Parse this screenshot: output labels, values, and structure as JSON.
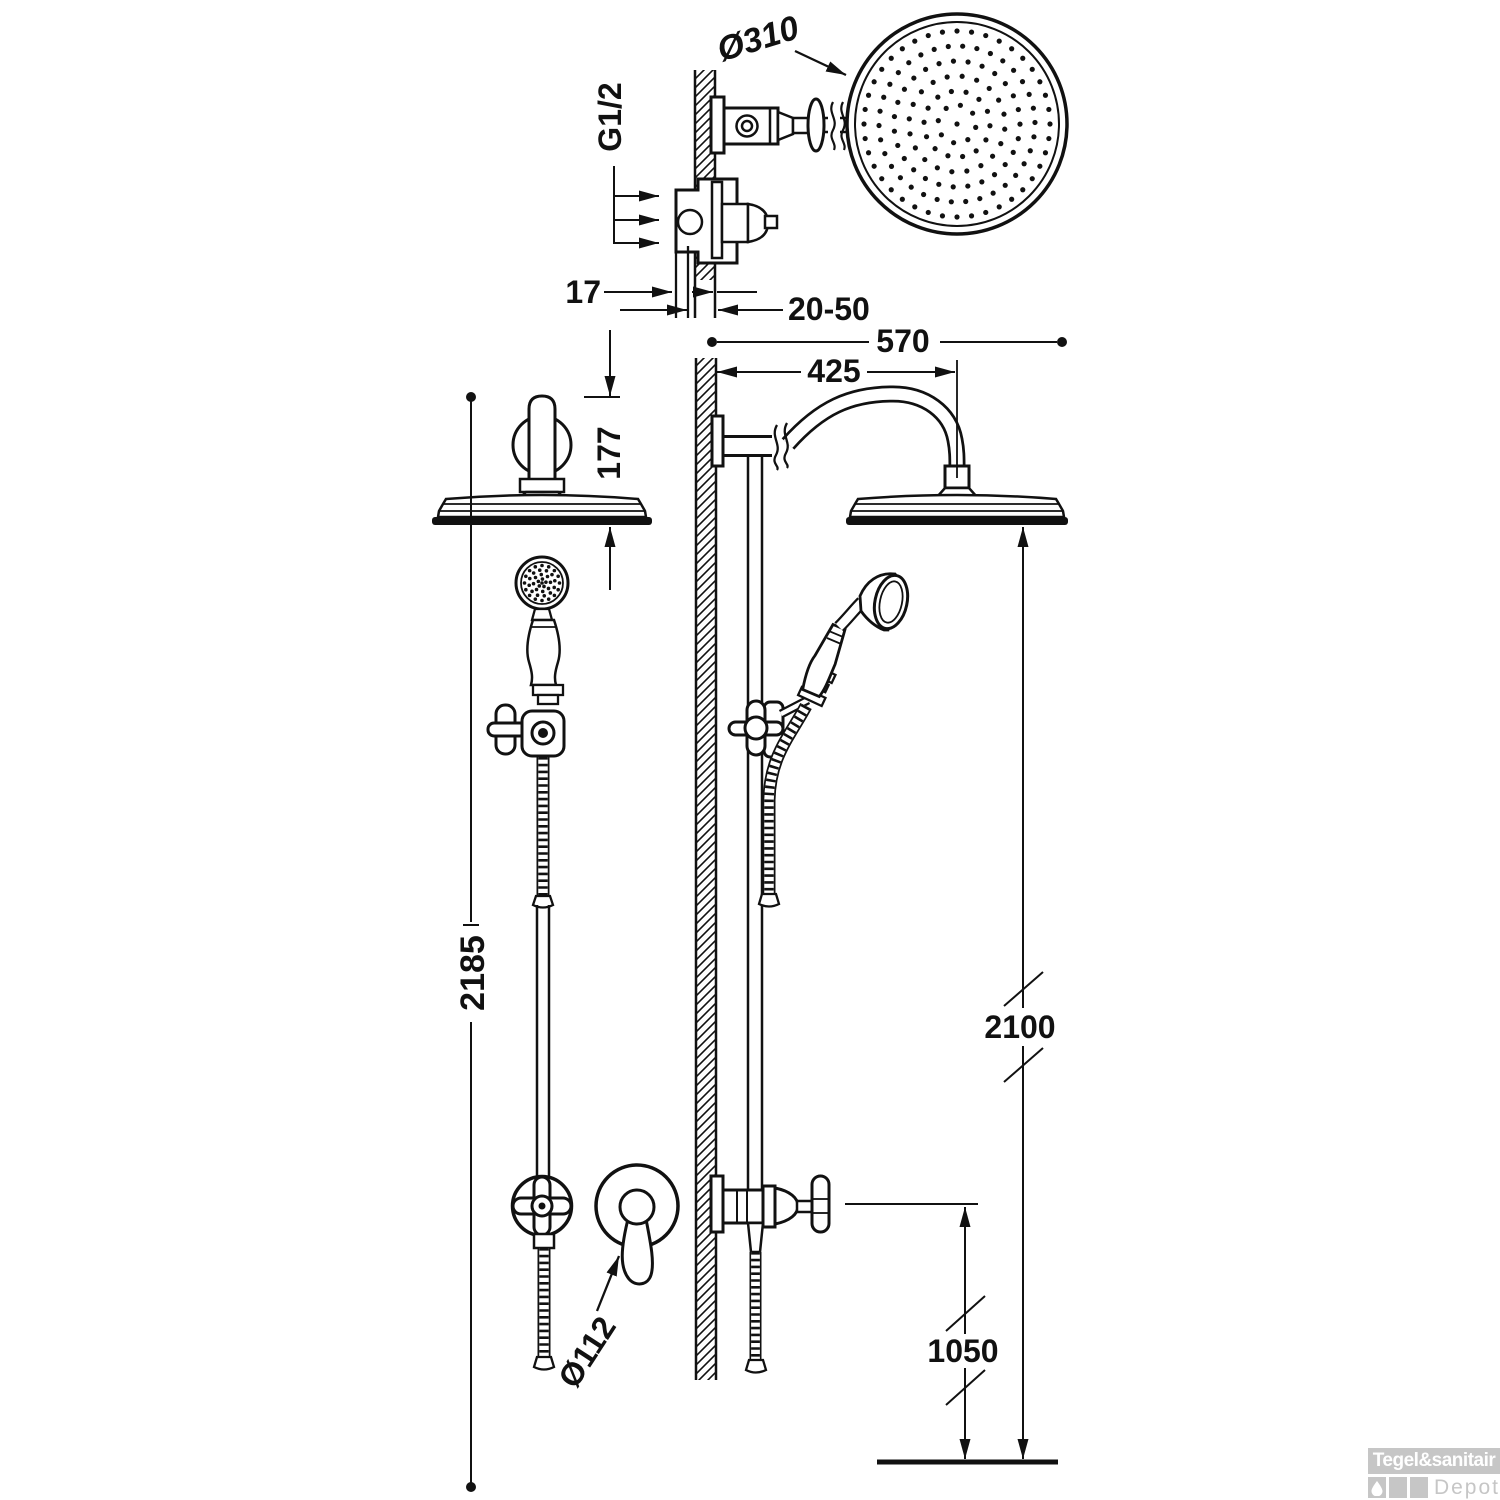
{
  "dimensions": {
    "head_diameter": "Ø310",
    "thread_size": "G1/2",
    "inset_depth": "17",
    "depth_range": "20-50",
    "total_projection": "570",
    "arm_projection": "425",
    "head_offset": "177",
    "column_height": "2185",
    "head_height": "2100",
    "valve_height": "1050",
    "plate_diameter": "Ø112"
  },
  "watermark": {
    "brand": "Tegel&sanitair",
    "sub": "Depot"
  },
  "colors": {
    "line": "#111111",
    "watermark_gray": "#c6c6c6",
    "watermark_text": "#ffffff"
  }
}
